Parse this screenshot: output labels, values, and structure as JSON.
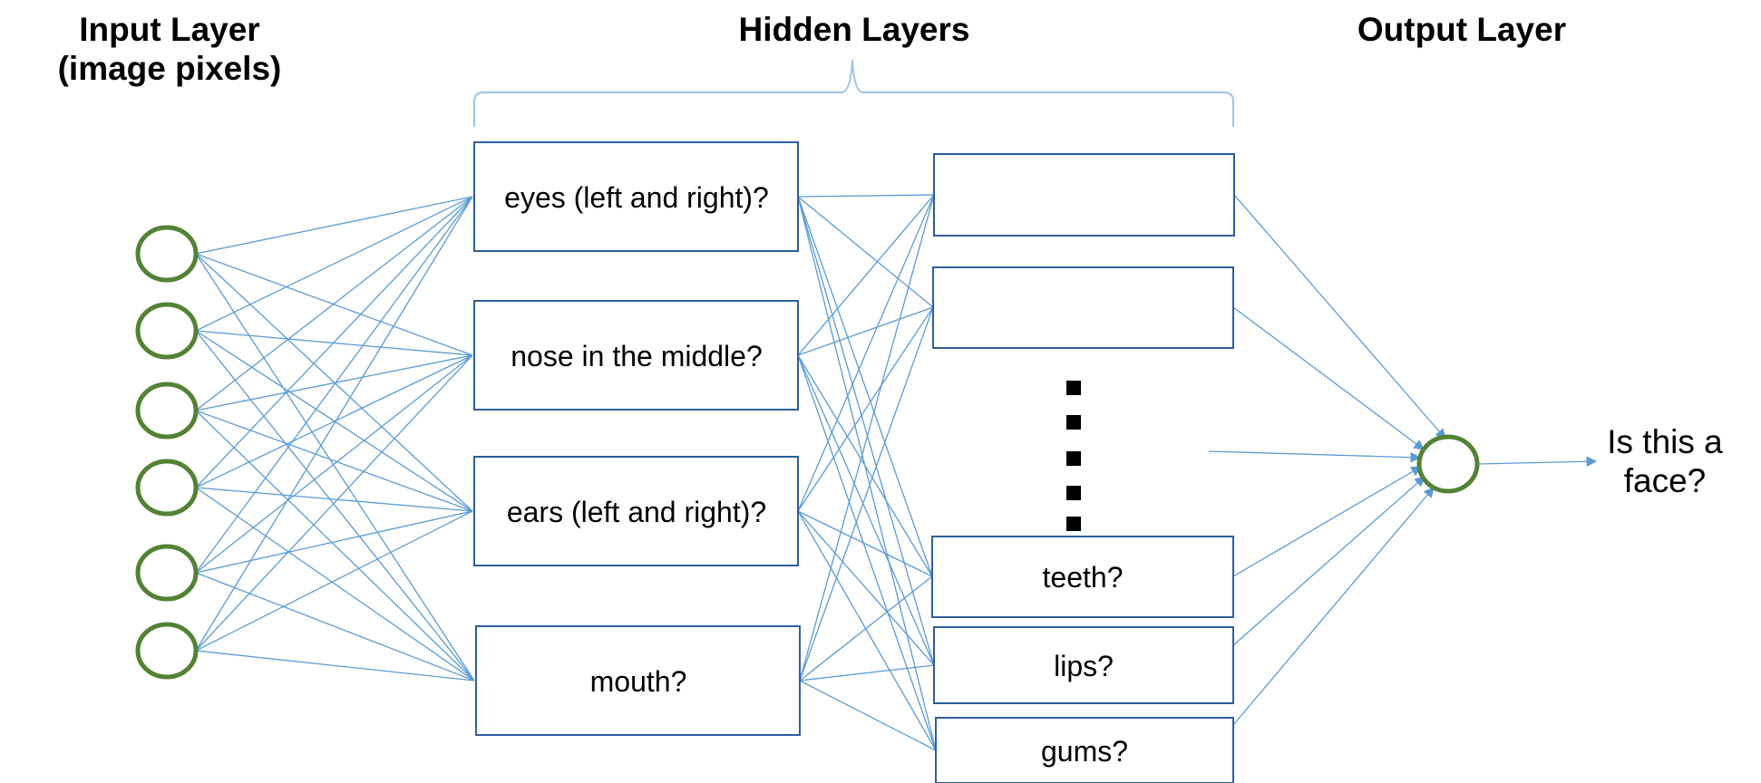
{
  "headings": {
    "input_line1": "Input Layer",
    "input_line2": "(image pixels)",
    "hidden": "Hidden Layers",
    "output": "Output Layer"
  },
  "hidden_layer_1": [
    "eyes (left and right)?",
    "nose in the middle?",
    "ears (left and right)?",
    "mouth?"
  ],
  "hidden_layer_2": [
    "",
    "",
    "teeth?",
    "lips?",
    "gums?"
  ],
  "output_label": {
    "line1": "Is this a",
    "line2": "face?"
  },
  "input_node_count": 6,
  "colors": {
    "node_stroke": "#548235",
    "box_stroke": "#2e5e9e",
    "connection": "#5b9bd5",
    "text": "#000000"
  }
}
